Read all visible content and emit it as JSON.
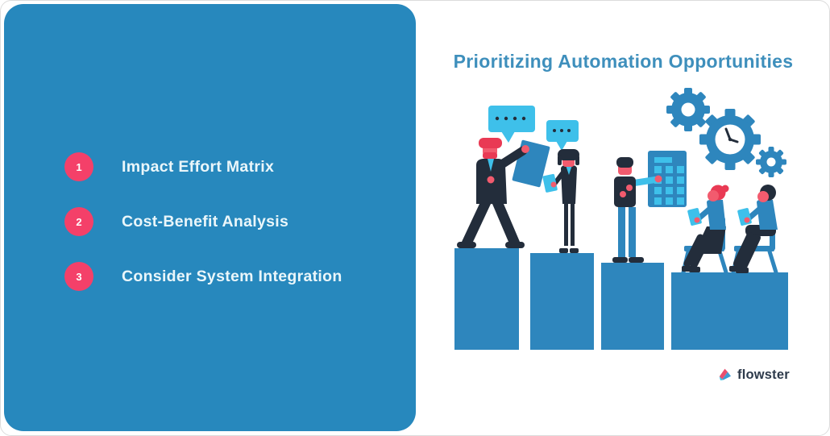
{
  "slide": {
    "title": "Prioritizing Automation Opportunities",
    "steps": [
      {
        "number": "1",
        "label": "Impact Effort Matrix"
      },
      {
        "number": "2",
        "label": "Cost-Benefit Analysis"
      },
      {
        "number": "3",
        "label": "Consider System Integration"
      }
    ],
    "brand": {
      "logo_text": "flowster"
    }
  },
  "illustration": {
    "icons": [
      "speech-bubble-icon",
      "document-icon",
      "clipboard-icon",
      "schedule-board-icon",
      "gear-icon",
      "clock-gear-icon",
      "tablet-icon",
      "chair-icon",
      "podium-column-icon"
    ]
  },
  "colors": {
    "panel_blue": "#2788BD",
    "title_blue": "#3E8FBC",
    "accent_pink": "#F44069",
    "step_text": "#EAF6FA",
    "ill_blue": "#2E86BD",
    "ill_cyan": "#3EC0EA",
    "ill_navy": "#232D3B",
    "skin_pink": "#F25B6E",
    "hair_red": "#E93A54",
    "logo_navy": "#2D3A4B",
    "canvas_border": "#DCDCDC",
    "bg_white": "#FFFFFF"
  }
}
